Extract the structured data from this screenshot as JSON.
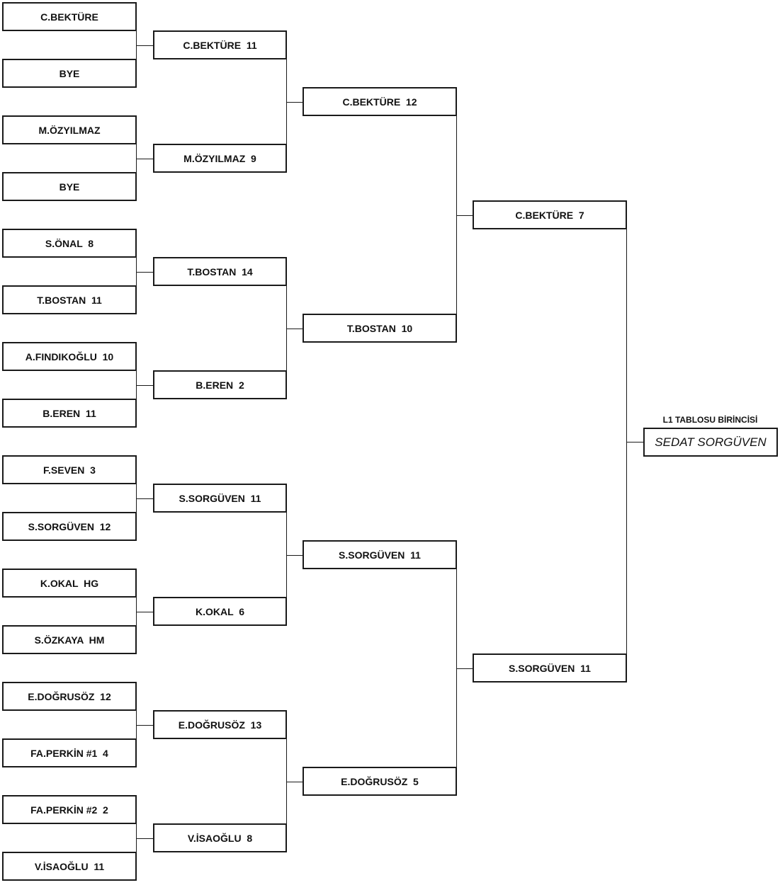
{
  "bracket": {
    "round1": [
      "C.BEKTÜRE",
      "BYE",
      "M.ÖZYILMAZ",
      "BYE",
      "S.ÖNAL  8",
      "T.BOSTAN  11",
      "A.FINDIKOĞLU  10",
      "B.EREN  11",
      "F.SEVEN  3",
      "S.SORGÜVEN  12",
      "K.OKAL  HG",
      "S.ÖZKAYA  HM",
      "E.DOĞRUSÖZ  12",
      "FA.PERKİN #1  4",
      "FA.PERKİN #2  2",
      "V.İSAOĞLU  11"
    ],
    "round2": [
      "C.BEKTÜRE  11",
      "M.ÖZYILMAZ  9",
      "T.BOSTAN  14",
      "B.EREN  2",
      "S.SORGÜVEN  11",
      "K.OKAL  6",
      "E.DOĞRUSÖZ  13",
      "V.İSAOĞLU  8"
    ],
    "round3": [
      "C.BEKTÜRE  12",
      "T.BOSTAN  10",
      "S.SORGÜVEN  11",
      "E.DOĞRUSÖZ  5"
    ],
    "round4": [
      "C.BEKTÜRE  7",
      "S.SORGÜVEN  11"
    ],
    "champion": {
      "title": "L1 TABLOSU BİRİNCİSİ",
      "name": "SEDAT SORGÜVEN"
    }
  }
}
